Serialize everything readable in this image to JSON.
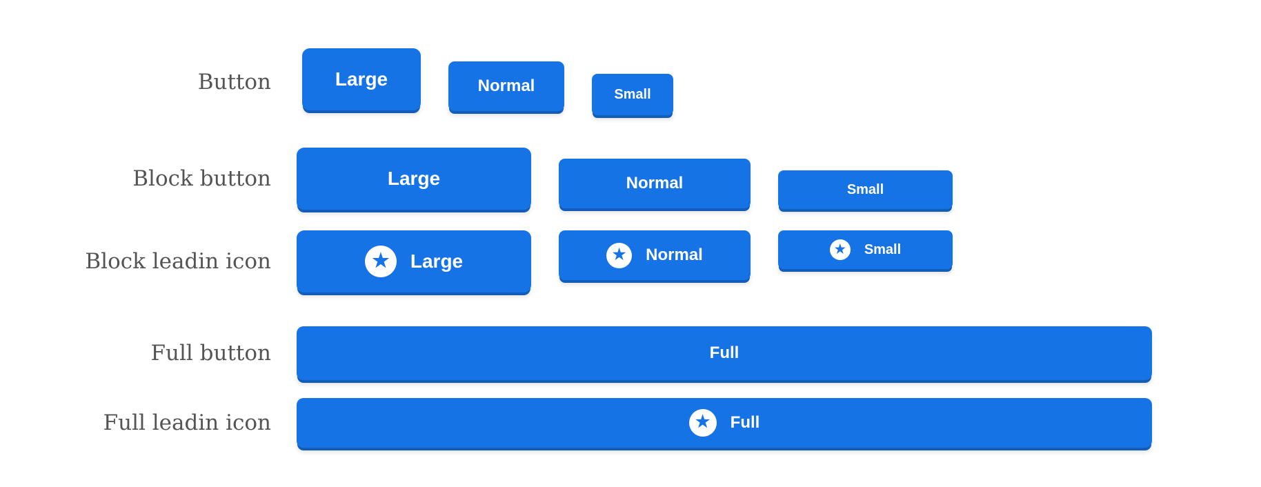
{
  "colors": {
    "button_blue": "#1673E6",
    "button_shadow_blue": "#125CBA",
    "button_text": "#FFFFFF",
    "label_gray": "#545454",
    "page_background": "#FFFFFF"
  },
  "icons": {
    "star": {
      "name": "star-icon",
      "glyph": "★"
    }
  },
  "rows": [
    {
      "label": "Button",
      "variant": "inline",
      "buttons": [
        {
          "text": "Large",
          "size": "large",
          "has_icon": false
        },
        {
          "text": "Normal",
          "size": "normal",
          "has_icon": false
        },
        {
          "text": "Small",
          "size": "small",
          "has_icon": false
        }
      ]
    },
    {
      "label": "Block button",
      "variant": "block",
      "buttons": [
        {
          "text": "Large",
          "size": "large",
          "has_icon": false
        },
        {
          "text": "Normal",
          "size": "normal",
          "has_icon": false
        },
        {
          "text": "Small",
          "size": "small",
          "has_icon": false
        }
      ]
    },
    {
      "label": "Block leadin icon",
      "variant": "block-leadin-icon",
      "buttons": [
        {
          "text": "Large",
          "size": "large",
          "has_icon": true
        },
        {
          "text": "Normal",
          "size": "normal",
          "has_icon": true
        },
        {
          "text": "Small",
          "size": "small",
          "has_icon": true
        }
      ]
    },
    {
      "label": "Full button",
      "variant": "full",
      "buttons": [
        {
          "text": "Full",
          "size": "full",
          "has_icon": false
        }
      ]
    },
    {
      "label": "Full leadin icon",
      "variant": "full-leadin-icon",
      "buttons": [
        {
          "text": "Full",
          "size": "full",
          "has_icon": true
        }
      ]
    }
  ]
}
